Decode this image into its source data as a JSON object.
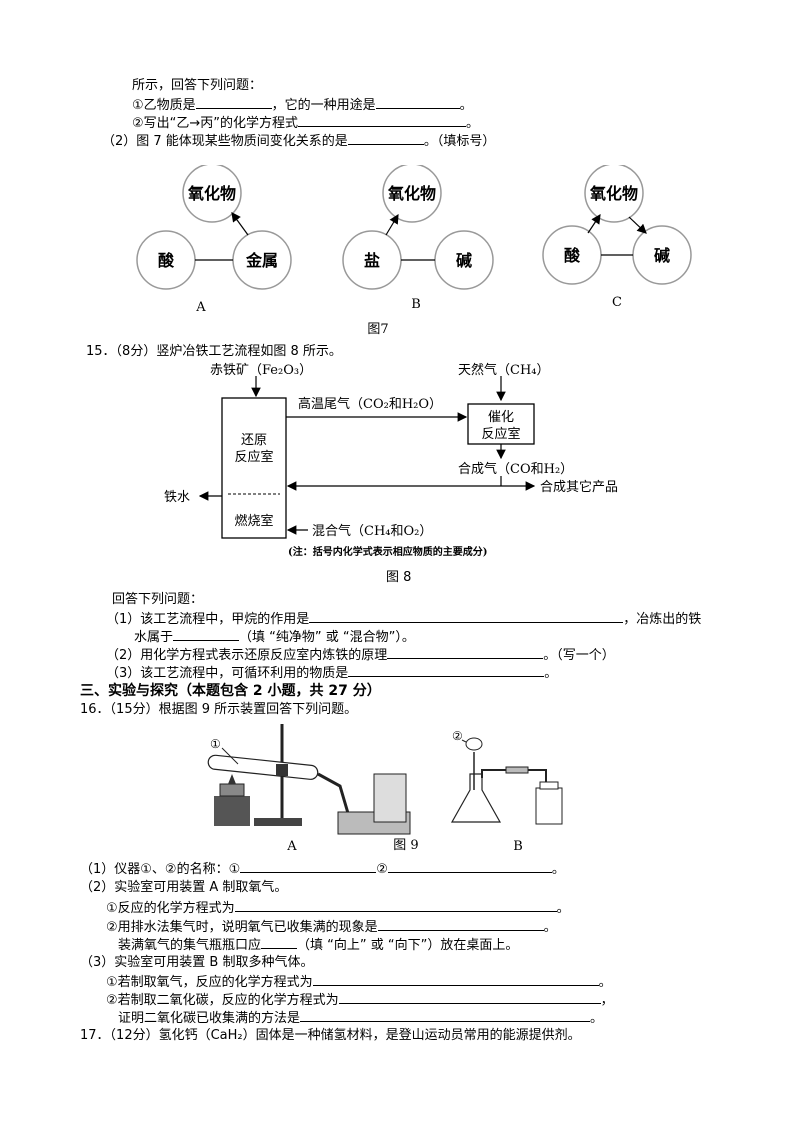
{
  "q14_cont": {
    "intro": "所示，回答下列问题：",
    "l1_a": "①乙物质是",
    "l1_b": "，它的一种用途是",
    "l1_c": "。",
    "l2_a": "②写出“乙→丙”的化学方程式",
    "l2_b": "。",
    "l3_a": "（2）图 7 能体现某些物质间变化关系的是",
    "l3_b": "。（填标号）"
  },
  "fig7": {
    "caption": "图7",
    "A": {
      "top": "氧化物",
      "left": "酸",
      "right": "金属",
      "label": "A"
    },
    "B": {
      "top": "氧化物",
      "left": "盐",
      "right": "碱",
      "label": "B"
    },
    "C": {
      "top": "氧化物",
      "left": "酸",
      "right": "碱",
      "label": "C"
    }
  },
  "q15": {
    "title": "15．（8分）竖炉冶铁工艺流程如图 8 所示。",
    "answer_intro": "回答下列问题：",
    "p1_a": "（1）该工艺流程中，甲烷的作用是",
    "p1_b": "，冶炼出的铁",
    "p1_c": "水属于",
    "p1_d": "（填 “纯净物” 或 “混合物”）。",
    "p2_a": "（2）用化学方程式表示还原反应室内炼铁的原理",
    "p2_b": "。（写一个）",
    "p3_a": "（3）该工艺流程中，可循环利用的物质是",
    "p3_b": "。"
  },
  "fig8": {
    "caption": "图 8",
    "ore": "赤铁矿（Fe₂O₃）",
    "gas": "天然气（CH₄）",
    "exhaust": "高温尾气（CO₂和H₂O）",
    "catalyst_1": "催化",
    "catalyst_2": "反应室",
    "reduce_1": "还原",
    "reduce_2": "反应室",
    "syngas": "合成气（CO和H₂）",
    "other": "合成其它产品",
    "iron": "铁水",
    "burn": "燃烧室",
    "mixed": "混合气（CH₄和O₂）",
    "note": "(注：括号内化学式表示相应物质的主要成分)"
  },
  "section3": "三、实验与探究（本题包含 2 小题，共 27 分）",
  "q16": {
    "title": "16．（15分）根据图 9 所示装置回答下列问题。",
    "p1_a": "（1）仪器①、②的名称：①",
    "p1_b": "②",
    "p1_c": "。",
    "p2": "（2）实验室可用装置 A 制取氧气。",
    "p2_1a": "①反应的化学方程式为",
    "p2_1b": "。",
    "p2_2a": "②用排水法集气时，说明氧气已收集满的现象是",
    "p2_2b": "。",
    "p2_3a": "装满氧气的集气瓶瓶口应",
    "p2_3b": "（填 “向上” 或 “向下”）放在桌面上。",
    "p3": "（3）实验室可用装置 B 制取多种气体。",
    "p3_1a": "①若制取氧气，反应的化学方程式为",
    "p3_1b": "。",
    "p3_2a": "②若制取二氧化碳，反应的化学方程式为",
    "p3_2b": "，",
    "p3_3a": "证明二氧化碳已收集满的方法是",
    "p3_3b": "。"
  },
  "fig9": {
    "caption": "图 9",
    "A": "A",
    "B": "B",
    "m1": "①",
    "m2": "②"
  },
  "q17": {
    "title": "17．（12分）氢化钙（CaH₂）固体是一种储氢材料，是登山运动员常用的能源提供剂。"
  }
}
